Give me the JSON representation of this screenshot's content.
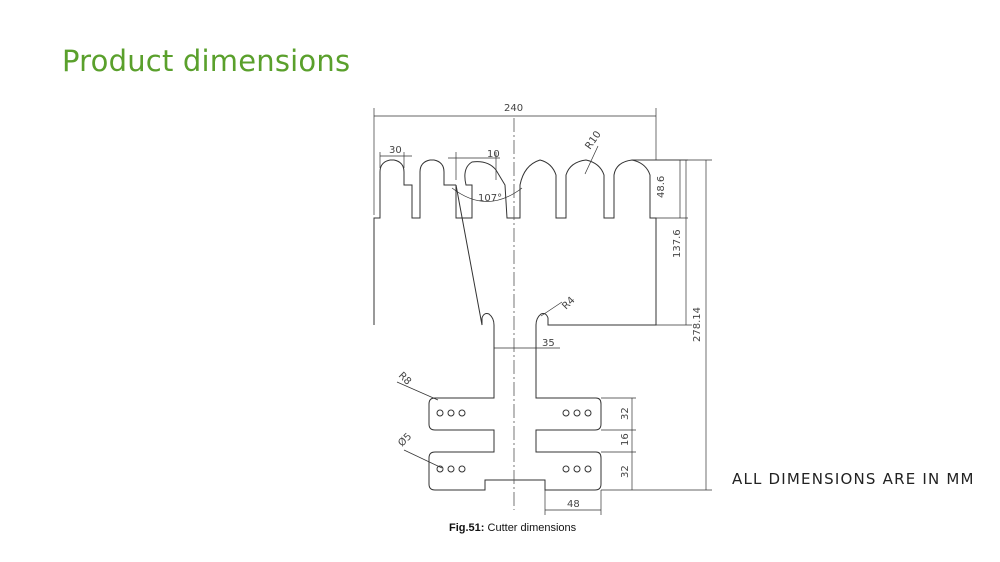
{
  "slide": {
    "title": "Product dimensions"
  },
  "drawing": {
    "dimensions": {
      "overall_width": "240",
      "tooth_width": "30",
      "gap_width": "10",
      "tooth_radius": "R10",
      "tooth_angle": "107°",
      "tooth_height": "48.6",
      "blade_height": "137.6",
      "total_height": "278.14",
      "inner_radius": "R4",
      "neck_width": "35",
      "lug_radius": "R8",
      "hole_diameter": "Ø5",
      "lug_height_top": "32",
      "lug_spacing": "16",
      "lug_height_bottom": "32",
      "base_width": "48"
    }
  },
  "note": {
    "units": "ALL DIMENSIONS ARE IN MM"
  },
  "figure": {
    "label": "Fig.51:",
    "caption": "Cutter dimensions"
  },
  "colors": {
    "title": "#5aa02c",
    "line": "#333333"
  }
}
